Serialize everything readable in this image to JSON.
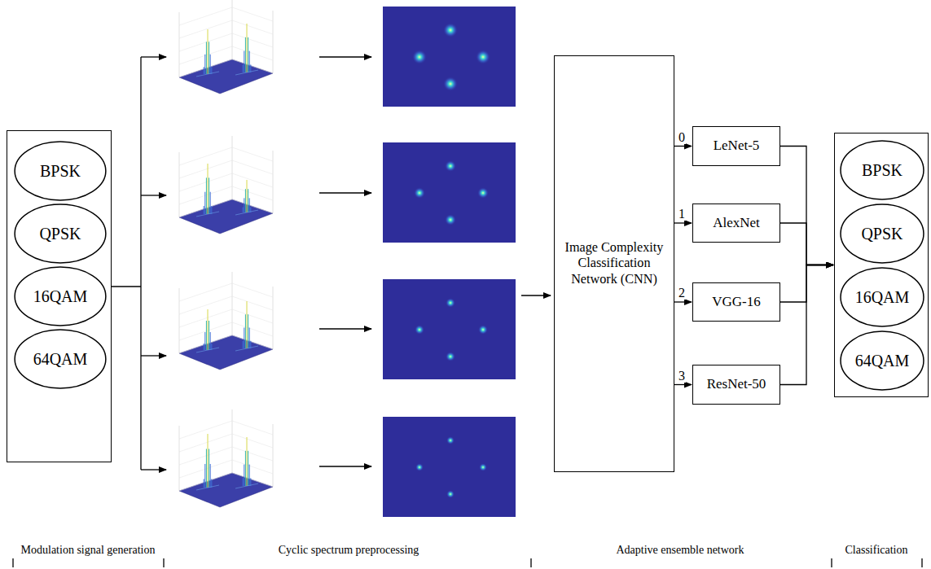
{
  "diagram": {
    "nodes": [
      {
        "text": []
      },
      {
        "text": [
          "BPSK"
        ],
        "in": 0
      },
      {
        "text": [
          "QPSK"
        ],
        "in": 0
      },
      {
        "text": [
          "16QAM"
        ],
        "in": 0
      },
      {
        "text": [
          "64QAM"
        ],
        "in": 0
      },
      {
        "text": [
          "Image Complexity Classification Network (CNN)"
        ]
      },
      {
        "text": [
          "LeNet-5"
        ]
      },
      {
        "text": [
          "AlexNet"
        ]
      },
      {
        "text": [
          "VGG-16"
        ]
      },
      {
        "text": [
          "ResNet-50"
        ]
      },
      {
        "text": []
      },
      {
        "text": [
          "BPSK"
        ],
        "in": 10
      },
      {
        "text": [
          "QPSK"
        ],
        "in": 10
      },
      {
        "text": [
          "16QAM"
        ],
        "in": 10
      },
      {
        "text": [
          "64QAM"
        ],
        "in": 10
      }
    ],
    "edges": [
      {
        "from": 5,
        "to": 6,
        "arrow": "to",
        "label": "0"
      },
      {
        "from": 5,
        "to": 7,
        "arrow": "to",
        "label": "1"
      },
      {
        "from": 5,
        "to": 8,
        "arrow": "to",
        "label": "2"
      },
      {
        "from": 5,
        "to": 9,
        "arrow": "to",
        "label": "3"
      },
      {
        "from": 6,
        "to": 10,
        "arrow": "to"
      },
      {
        "from": 7,
        "to": 10,
        "arrow": "to"
      },
      {
        "from": 8,
        "to": 10,
        "arrow": "to"
      },
      {
        "from": 9,
        "to": 10,
        "arrow": "to"
      }
    ],
    "labels": [
      "Modulation signal generation",
      "Cyclic spectrum preprocessing",
      "Adaptive ensemble network",
      "Classification"
    ]
  }
}
